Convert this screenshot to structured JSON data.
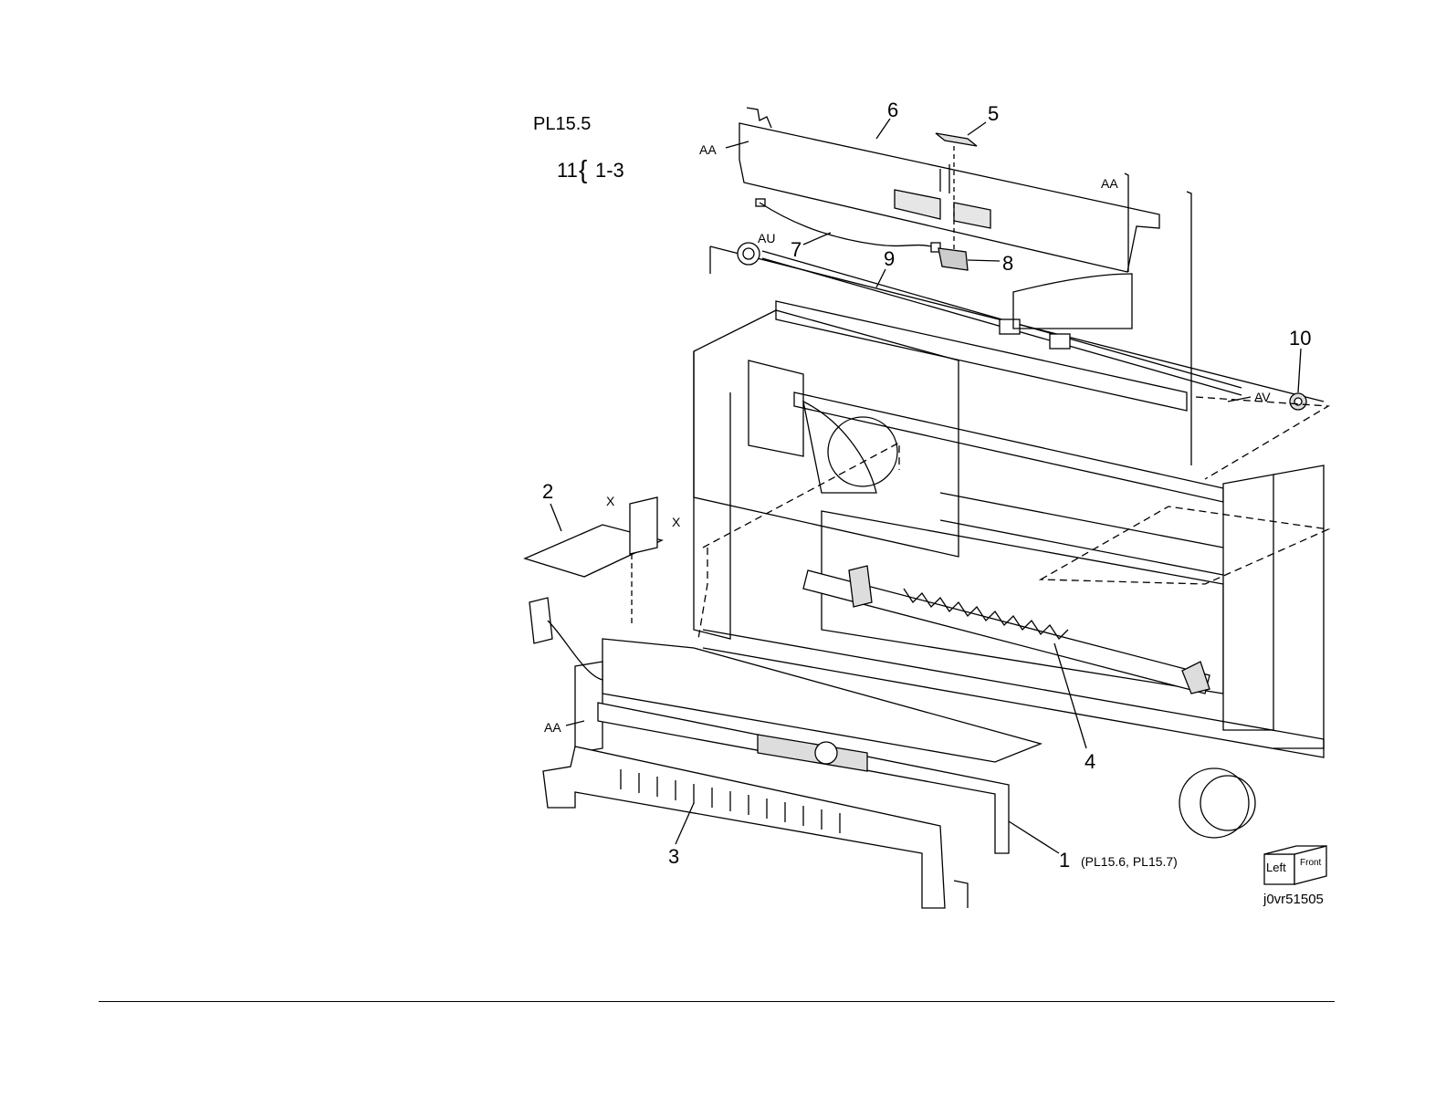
{
  "plate": {
    "id": "PL15.5",
    "kit_note": "11",
    "kit_range": "1-3"
  },
  "callouts": {
    "c1": "1",
    "c1_ref": "(PL15.6, PL15.7)",
    "c2": "2",
    "c3": "3",
    "c4": "4",
    "c5": "5",
    "c6": "6",
    "c7": "7",
    "c8": "8",
    "c9": "9",
    "c10": "10"
  },
  "connectors": {
    "aa_top_left": "AA",
    "aa_top_right": "AA",
    "aa_left": "AA",
    "au": "AU",
    "av": "AV",
    "x_top": "X",
    "x_right": "X"
  },
  "orientation": {
    "left": "Left",
    "front": "Front"
  },
  "figure_code": "j0vr51505"
}
